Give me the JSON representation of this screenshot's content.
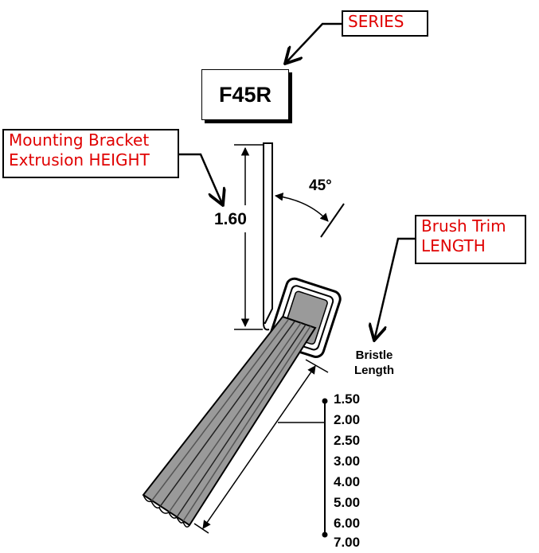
{
  "callouts": {
    "series": "SERIES",
    "height_line1": "Mounting Bracket",
    "height_line2": "Extrusion HEIGHT",
    "trim_line1": "Brush Trim",
    "trim_line2": "LENGTH"
  },
  "product": {
    "model": "F45R",
    "height": "1.60",
    "angle": "45°"
  },
  "bristle": {
    "title_line1": "Bristle",
    "title_line2": "Length",
    "lengths": [
      "1.50",
      "2.00",
      "2.50",
      "3.00",
      "4.00",
      "5.00",
      "6.00",
      "7.00"
    ]
  }
}
